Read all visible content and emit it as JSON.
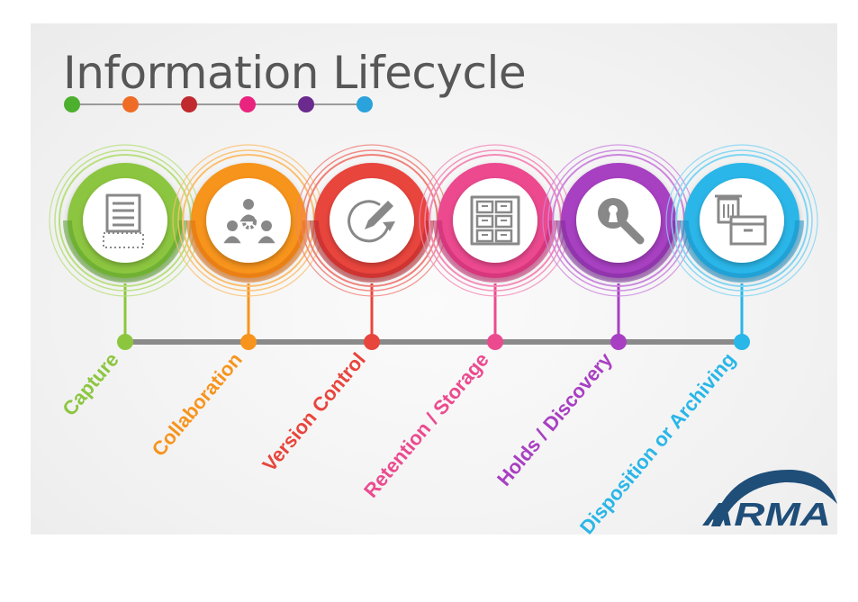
{
  "title": "Information Lifecycle",
  "title_dots": [
    "#4caf2e",
    "#ee6c26",
    "#c02a2e",
    "#e9247f",
    "#6b2a8e",
    "#2aa2dc"
  ],
  "stages": [
    {
      "label": "Capture",
      "icon": "document-scan-icon",
      "color": "#8cc63f",
      "ring_light": "#b8e07e",
      "ring_dark": "#5aa12a"
    },
    {
      "label": "Collaboration",
      "icon": "team-gear-icon",
      "color": "#f7941d",
      "ring_light": "#fbbf6e",
      "ring_dark": "#e06f10"
    },
    {
      "label": "Version Control",
      "icon": "edit-refresh-icon",
      "color": "#e8453c",
      "ring_light": "#f08079",
      "ring_dark": "#b8262a"
    },
    {
      "label": "Retention / Storage",
      "icon": "storage-shelves-icon",
      "color": "#ec4a8f",
      "ring_light": "#f48ab8",
      "ring_dark": "#c42870"
    },
    {
      "label": "Holds / Discovery",
      "icon": "magnifier-icon",
      "color": "#a83fc2",
      "ring_light": "#cc86de",
      "ring_dark": "#7d2c9a"
    },
    {
      "label": "Disposition or Archiving",
      "icon": "trash-box-icon",
      "color": "#29b6e8",
      "ring_light": "#7fd5f3",
      "ring_dark": "#1a8fc4"
    }
  ],
  "logo": {
    "text": "ARMA",
    "color": "#1f4e79"
  }
}
